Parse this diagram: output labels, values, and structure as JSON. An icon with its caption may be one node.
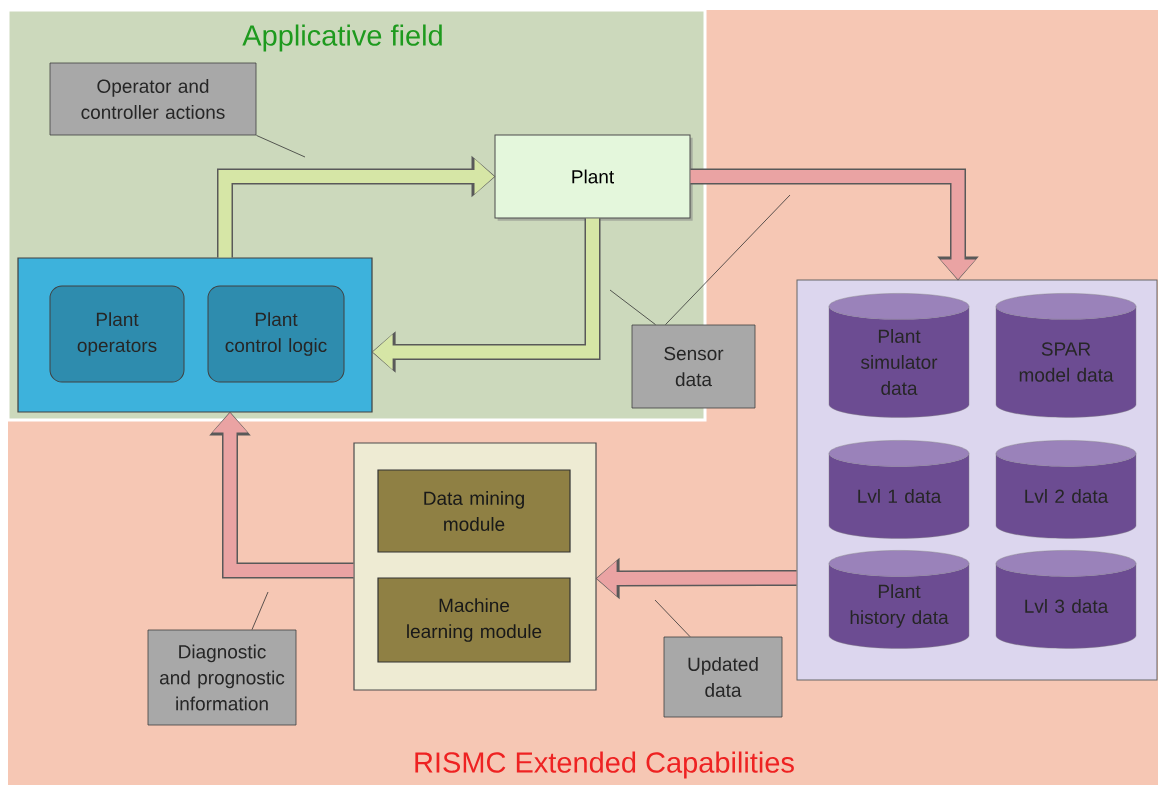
{
  "diagram": {
    "nodes": [
      {
        "text": [
          "RISMC Extended Capabilities"
        ]
      },
      {
        "text": [
          "Applicative field"
        ],
        "in": 0
      },
      {
        "text": [
          "Operator and controller actions"
        ],
        "in": 1
      },
      {
        "text": [
          "Plant"
        ],
        "in": 1
      },
      {
        "text": [],
        "shape": "box",
        "in": 1
      },
      {
        "text": [
          "Plant operators"
        ],
        "in": 4
      },
      {
        "text": [
          "Plant control logic"
        ],
        "in": 4
      },
      {
        "text": [
          "Sensor data"
        ],
        "in": 0
      },
      {
        "text": [],
        "shape": "box",
        "in": 0
      },
      {
        "text": [
          "Plant simulator data"
        ],
        "in": 8
      },
      {
        "text": [
          "SPAR model data"
        ],
        "in": 8
      },
      {
        "text": [
          "Lvl 1 data"
        ],
        "in": 8
      },
      {
        "text": [
          "Lvl 2 data"
        ],
        "in": 8
      },
      {
        "text": [
          "Plant history data"
        ],
        "in": 8
      },
      {
        "text": [
          "Lvl 3 data"
        ],
        "in": 8
      },
      {
        "text": [],
        "shape": "box",
        "in": 0
      },
      {
        "text": [
          "Data mining module"
        ],
        "in": 15
      },
      {
        "text": [
          "Machine learning module"
        ],
        "in": 15
      },
      {
        "text": [
          "Updated data"
        ],
        "in": 0
      },
      {
        "text": [
          "Diagnostic and prognostic information"
        ],
        "in": 0
      }
    ],
    "edges": [
      {
        "from": 4,
        "to": 3,
        "arrow": "to",
        "style": "thick",
        "color": "#d6e6a6"
      },
      {
        "from": 3,
        "to": 4,
        "arrow": "to",
        "style": "thick",
        "color": "#d6e6a6"
      },
      {
        "from": 3,
        "to": 8,
        "arrow": "to",
        "style": "thick",
        "color": "#eaa3a3"
      },
      {
        "from": 8,
        "to": 15,
        "arrow": "to",
        "style": "thick",
        "color": "#eaa3a3"
      },
      {
        "from": 15,
        "to": 4,
        "arrow": "to",
        "style": "thick",
        "color": "#eaa3a3"
      },
      {
        "from": 2,
        "to": null,
        "arrow": "none"
      },
      {
        "from": 7,
        "to": null,
        "arrow": "none"
      },
      {
        "from": 7,
        "to": null,
        "arrow": "none"
      },
      {
        "from": 18,
        "to": null,
        "arrow": "none"
      },
      {
        "from": 19,
        "to": null,
        "arrow": "none"
      }
    ]
  }
}
